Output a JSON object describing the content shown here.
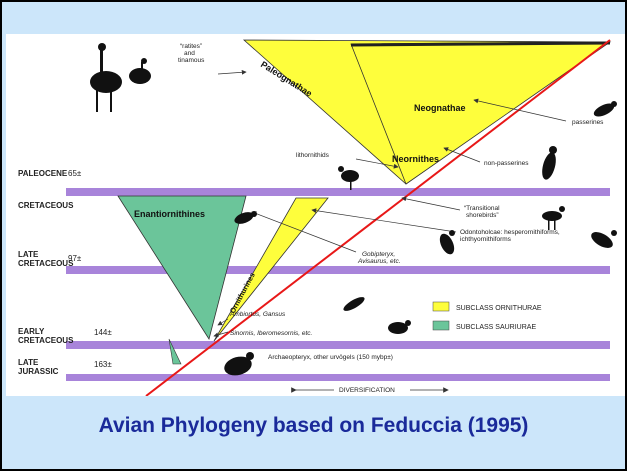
{
  "caption": "Avian Phylogeny based on Feduccia (1995)",
  "colors": {
    "ornithurae": "#fefe3c",
    "sauriurae": "#6bc59a",
    "period_band": "#a884da",
    "diversification_line": "#e81818",
    "caption_text": "#1a2a9a",
    "slide_bg": "#cce6fa"
  },
  "periods": [
    {
      "name": "PALEOCENE",
      "age": "65±"
    },
    {
      "name": "CRETACEOUS",
      "age": ""
    },
    {
      "name": "LATE\nCRETACEOUS",
      "age": "97±"
    },
    {
      "name": "EARLY\nCRETACEOUS",
      "age": "144±"
    },
    {
      "name": "LATE\nJURASSIC",
      "age": "163±"
    }
  ],
  "clades": {
    "paleognathae": "Paleognathae",
    "neognathae": "Neognathae",
    "neornithes": "Neornithes",
    "enantiornithines": "Enantiornithines",
    "ornithurines": "Ornithurines"
  },
  "annotations": {
    "ratites": "“ratites”\nand\ntinamous",
    "passerines": "passerines",
    "non_passerines": "non-passerines",
    "lithornithids": "lithornithids",
    "transitional_shorebirds": "“Transitional\nshorebirds”",
    "odontoholcae": "Odontoholcae: hesperornithiforms,\nichthyornithiforms",
    "gobipteryx": "Gobipteryx,\nAvisaurus, etc.",
    "ambiortus": "Ambiortus, Gansus",
    "sinornis": "Sinornis, Iberomesornis, etc.",
    "archaeopteryx": "Archaeopteryx, other urvögels (150 mybp±)"
  },
  "legend": [
    {
      "label": "SUBCLASS ORNITHURAE",
      "color": "#fefe3c"
    },
    {
      "label": "SUBCLASS SAURIURAE",
      "color": "#6bc59a"
    }
  ],
  "axis_label": "DIVERSIFICATION"
}
